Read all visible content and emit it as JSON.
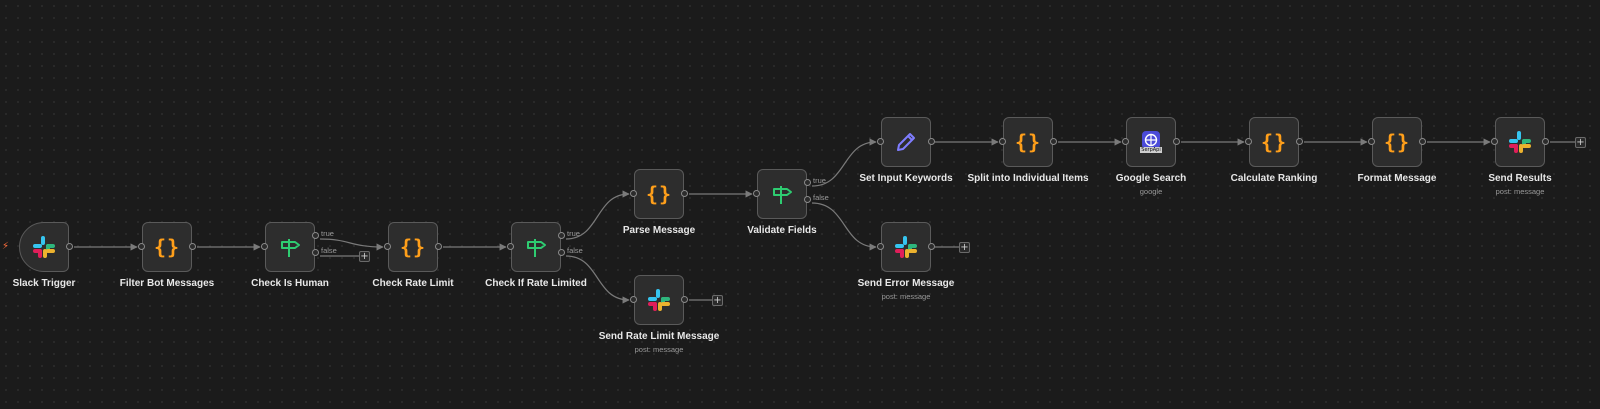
{
  "colors": {
    "canvas": "#1b1b1b",
    "node_bg": "#2d2d2d",
    "node_border": "#5a5a5a",
    "edge": "#7a7a7a",
    "code": "#ff9f1a",
    "router": "#2ecc71",
    "pencil": "#7f7dff",
    "trigger_bolt": "#ff6d3a"
  },
  "nodes": [
    {
      "id": "slack-trigger",
      "label": "Slack Trigger",
      "subtitle": "",
      "icon": "slack-icon"
    },
    {
      "id": "filter-bot-messages",
      "label": "Filter Bot Messages",
      "subtitle": "",
      "icon": "code-icon"
    },
    {
      "id": "check-is-human",
      "label": "Check Is Human",
      "subtitle": "",
      "icon": "if-router-icon"
    },
    {
      "id": "check-rate-limit",
      "label": "Check Rate Limit",
      "subtitle": "",
      "icon": "code-icon"
    },
    {
      "id": "check-if-rate-limited",
      "label": "Check If Rate Limited",
      "subtitle": "",
      "icon": "if-router-icon"
    },
    {
      "id": "parse-message",
      "label": "Parse Message",
      "subtitle": "",
      "icon": "code-icon"
    },
    {
      "id": "send-rate-limit-message",
      "label": "Send Rate Limit Message",
      "subtitle": "post: message",
      "icon": "slack-icon"
    },
    {
      "id": "validate-fields",
      "label": "Validate Fields",
      "subtitle": "",
      "icon": "if-router-icon"
    },
    {
      "id": "set-input-keywords",
      "label": "Set Input Keywords",
      "subtitle": "",
      "icon": "pencil-icon"
    },
    {
      "id": "send-error-message",
      "label": "Send Error Message",
      "subtitle": "post: message",
      "icon": "slack-icon"
    },
    {
      "id": "split-into-individual-items",
      "label": "Split into Individual Items",
      "subtitle": "",
      "icon": "code-icon"
    },
    {
      "id": "google-search",
      "label": "Google Search",
      "subtitle": "google",
      "icon": "serpapi-icon"
    },
    {
      "id": "calculate-ranking",
      "label": "Calculate Ranking",
      "subtitle": "",
      "icon": "code-icon"
    },
    {
      "id": "format-message",
      "label": "Format Message",
      "subtitle": "",
      "icon": "code-icon"
    },
    {
      "id": "send-results",
      "label": "Send Results",
      "subtitle": "post: message",
      "icon": "slack-icon"
    }
  ],
  "branches": {
    "true": "true",
    "false": "false"
  },
  "plus": "+",
  "code_glyph": "{}",
  "serpapi_text": "SerpApi"
}
